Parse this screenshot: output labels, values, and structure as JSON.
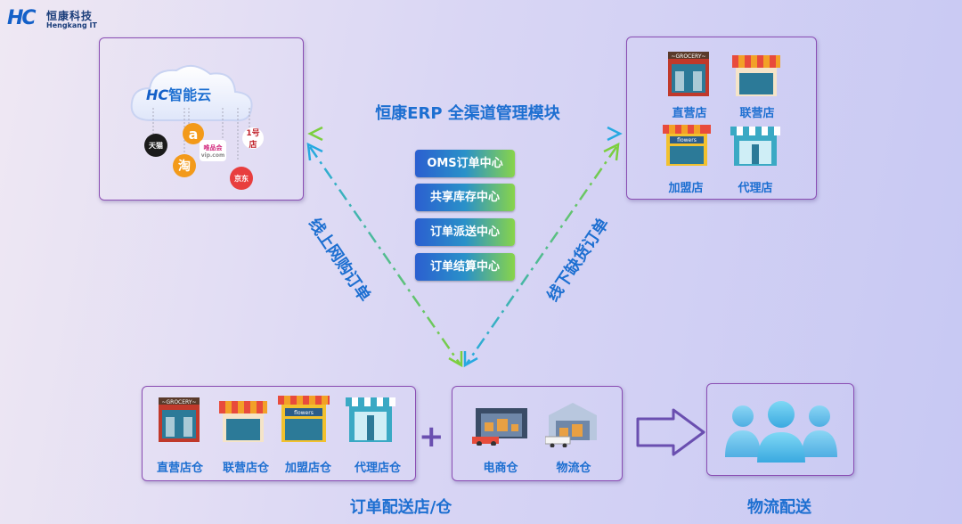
{
  "logo": {
    "mark": "HC",
    "cn": "恒康科技",
    "en": "Hengkang IT"
  },
  "cloud": {
    "brand": "HC",
    "name": "智能云",
    "platforms": [
      "天猫",
      "a",
      "唯品会",
      "淘",
      "1号店",
      "京东"
    ],
    "vip_sub": "vip.com"
  },
  "top_title": "恒康ERP 全渠道管理模块",
  "left_arrow_label": "线上网购订单",
  "right_arrow_label": "线下缺货订单",
  "modules": [
    "OMS订单中心",
    "共享库存中心",
    "订单派送中心",
    "订单结算中心"
  ],
  "top_stores": [
    {
      "label": "直营店",
      "sign": "~GROCERY~"
    },
    {
      "label": "联营店"
    },
    {
      "label": "加盟店",
      "sign": "flowers"
    },
    {
      "label": "代理店"
    }
  ],
  "bottom_stores": [
    {
      "label": "直营店仓",
      "sign": "~GROCERY~"
    },
    {
      "label": "联营店仓"
    },
    {
      "label": "加盟店仓",
      "sign": "flowers"
    },
    {
      "label": "代理店仓"
    }
  ],
  "plus": "+",
  "warehouses": [
    {
      "label": "电商仓"
    },
    {
      "label": "物流仓"
    }
  ],
  "bottom_left_label": "订单配送店/仓",
  "bottom_right_label": "物流配送",
  "colors": {
    "accent": "#1d6fd1",
    "frame": "#8a4db3",
    "green": "#7ccf3e"
  }
}
